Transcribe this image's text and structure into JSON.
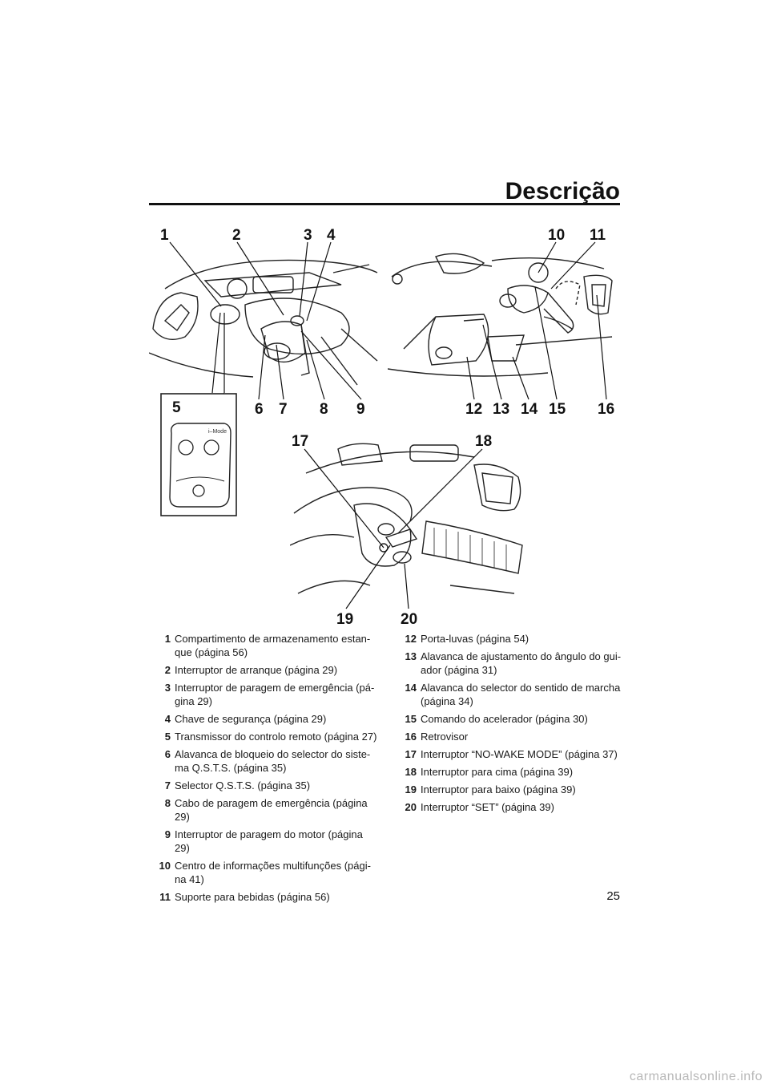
{
  "page": {
    "title": "Descrição",
    "number": "25",
    "watermark": "carmanualsonline.info"
  },
  "figure": {
    "callouts": {
      "c1": "1",
      "c2": "2",
      "c3": "3",
      "c4": "4",
      "c5": "5",
      "c6": "6",
      "c7": "7",
      "c8": "8",
      "c9": "9",
      "c10": "10",
      "c11": "11",
      "c12": "12",
      "c13": "13",
      "c14": "14",
      "c15": "15",
      "c16": "16",
      "c17": "17",
      "c18": "18",
      "c19": "19",
      "c20": "20"
    },
    "remote_label": "i–Mode"
  },
  "legend": {
    "left": [
      {
        "num": "1",
        "text": "Compartimento de armazenamento estan-que (página 56)"
      },
      {
        "num": "2",
        "text": "Interruptor de arranque (página 29)"
      },
      {
        "num": "3",
        "text": "Interruptor de paragem de emergência (pá-gina 29)"
      },
      {
        "num": "4",
        "text": "Chave de segurança (página 29)"
      },
      {
        "num": "5",
        "text": "Transmissor do controlo remoto (página 27)"
      },
      {
        "num": "6",
        "text": "Alavanca de bloqueio do selector do siste-ma Q.S.T.S. (página 35)"
      },
      {
        "num": "7",
        "text": "Selector Q.S.T.S. (página 35)"
      },
      {
        "num": "8",
        "text": "Cabo de paragem de emergência (página 29)"
      },
      {
        "num": "9",
        "text": "Interruptor de paragem do motor (página 29)"
      },
      {
        "num": "10",
        "text": "Centro de informações multifunções (pági-na 41)"
      },
      {
        "num": "11",
        "text": "Suporte para bebidas (página 56)"
      }
    ],
    "right": [
      {
        "num": "12",
        "text": "Porta-luvas (página 54)"
      },
      {
        "num": "13",
        "text": "Alavanca de ajustamento do ângulo do gui-ador (página 31)"
      },
      {
        "num": "14",
        "text": "Alavanca do selector do sentido de marcha (página 34)"
      },
      {
        "num": "15",
        "text": "Comando do acelerador (página 30)"
      },
      {
        "num": "16",
        "text": "Retrovisor"
      },
      {
        "num": "17",
        "text": "Interruptor “NO-WAKE MODE” (página 37)"
      },
      {
        "num": "18",
        "text": "Interruptor para cima (página 39)"
      },
      {
        "num": "19",
        "text": "Interruptor para baixo (página 39)"
      },
      {
        "num": "20",
        "text": "Interruptor “SET” (página 39)"
      }
    ]
  }
}
